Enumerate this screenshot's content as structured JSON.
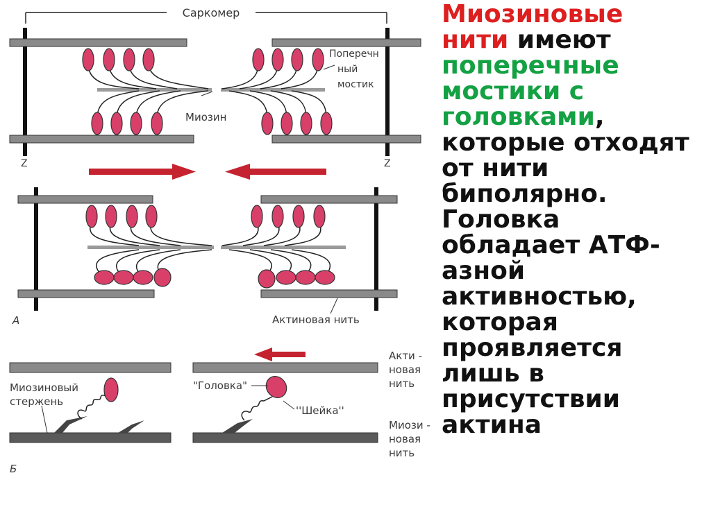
{
  "labels": {
    "sarcomere": "Саркомер",
    "z_left": "Z",
    "z_right": "Z",
    "cross_bridge_1": "Поперечн",
    "cross_bridge_2": "ный",
    "cross_bridge_3": "мостик",
    "myosin": "Миозин",
    "panel_a": "А",
    "actin_filament": "Актиновая нить",
    "myosin_rod_1": "Миозиновый",
    "myosin_rod_2": "стержень",
    "head": "\"Головка\"",
    "neck": "''Шейка''",
    "actin_1": "Акти -",
    "actin_2": "новая",
    "actin_3": "нить",
    "myo_1": "Миози -",
    "myo_2": "новая",
    "myo_3": "нить",
    "panel_b": "Б"
  },
  "text": {
    "t1": "Миозиновые",
    "t2": "нити",
    "t3": " имеют",
    "t4": "поперечные",
    "t5": "мостики с",
    "t6": "головками",
    "t7": ",",
    "t8": "которые отходят",
    "t9": "от нити",
    "t10": "биполярно.",
    "t11": "Головка",
    "t12": "обладает АТФ-",
    "t13": "азной",
    "t14": "активностью,",
    "t15": "которая",
    "t16": "проявляется",
    "t17": "лишь в",
    "t18": "присутствии",
    "t19": "актина"
  },
  "colors": {
    "head_fill": "#d8406a",
    "arrow_red": "#c4232f",
    "filament_gray": "#8a8a8a",
    "text_red": "#dd1f1f",
    "text_green": "#13a143"
  }
}
